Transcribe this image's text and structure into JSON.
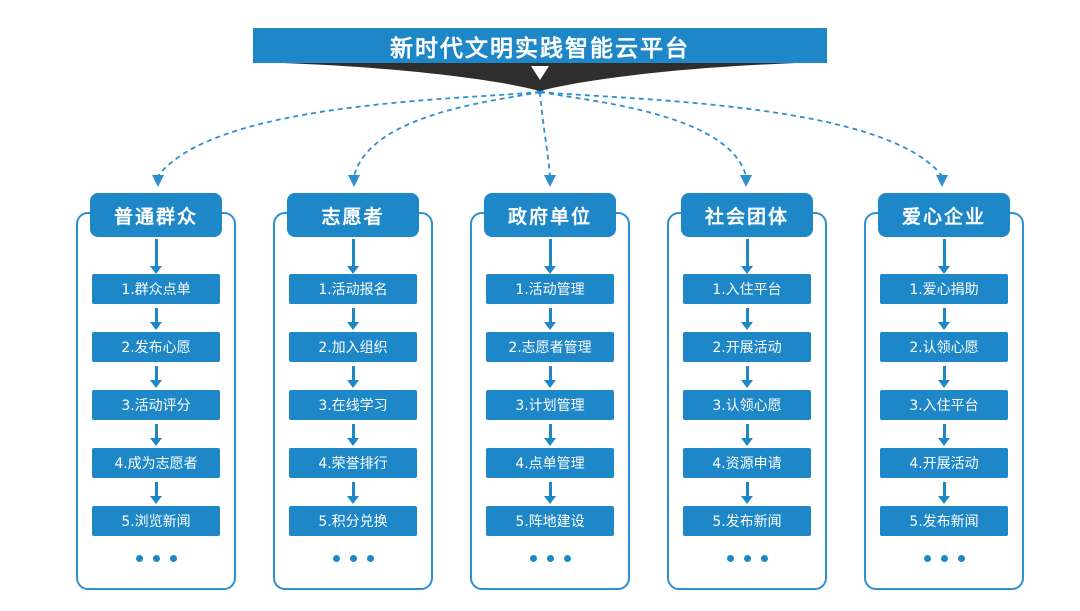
{
  "banner": {
    "title": "新时代文明实践智能云平台"
  },
  "shared": {
    "ellipsis": "..."
  },
  "colors": {
    "primary_blue": "#1E87C8",
    "connector_blue": "#2E8FD0",
    "dark_funnel": "#2E2E2E",
    "background": "#FFFFFF",
    "text_on_blue": "#FFFFFF"
  },
  "columns": [
    {
      "header": "普通群众",
      "items": [
        "1.群众点单",
        "2.发布心愿",
        "3.活动评分",
        "4.成为志愿者",
        "5.浏览新闻"
      ]
    },
    {
      "header": "志愿者",
      "items": [
        "1.活动报名",
        "2.加入组织",
        "3.在线学习",
        "4.荣誉排行",
        "5.积分兑换"
      ]
    },
    {
      "header": "政府单位",
      "items": [
        "1.活动管理",
        "2.志愿者管理",
        "3.计划管理",
        "4.点单管理",
        "5.阵地建设"
      ]
    },
    {
      "header": "社会团体",
      "items": [
        "1.入住平台",
        "2.开展活动",
        "3.认领心愿",
        "4.资源申请",
        "5.发布新闻"
      ]
    },
    {
      "header": "爱心企业",
      "items": [
        "1.爱心捐助",
        "2.认领心愿",
        "3.入住平台",
        "4.开展活动",
        "5.发布新闻"
      ]
    }
  ]
}
